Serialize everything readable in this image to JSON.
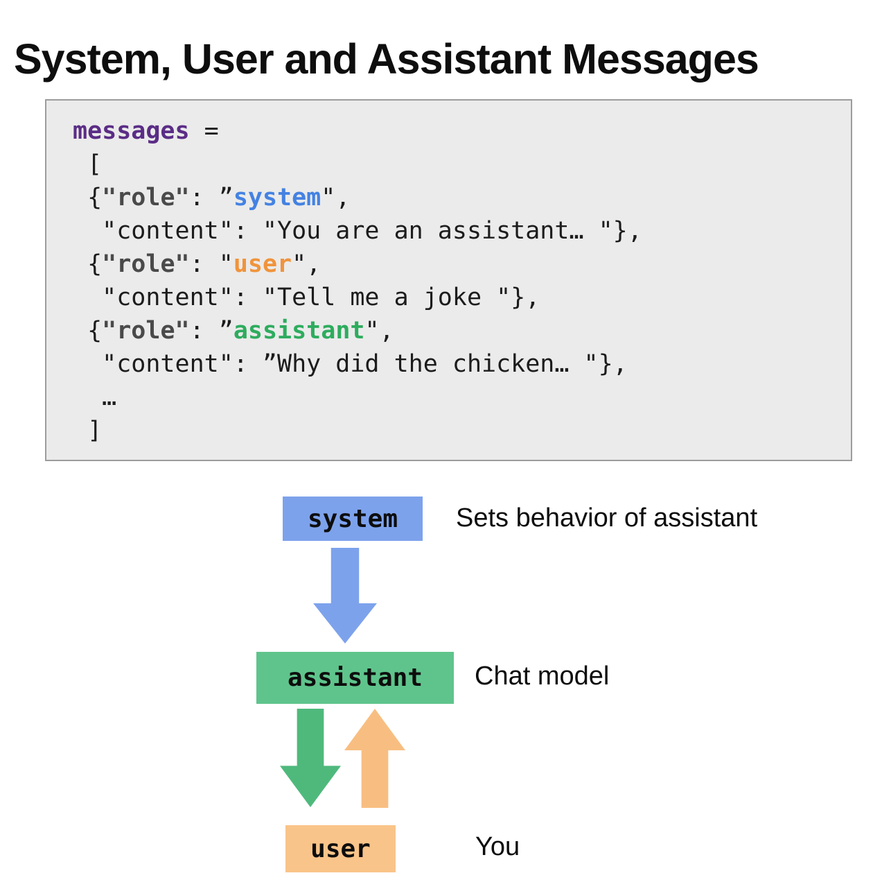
{
  "title": "System, User and Assistant Messages",
  "colors": {
    "accent_blue": "#7DA2EC",
    "accent_green": "#5FC48C",
    "accent_green_arrow": "#4FB97C",
    "accent_orange": "#F9C489",
    "accent_orange_arrow": "#F8BE81",
    "code_bg": "#EBEBEB",
    "code_purple": "#5B2D86",
    "code_key_gray": "#4A4A4A",
    "code_blue": "#4482E2",
    "code_orange": "#F0943C",
    "code_green": "#2EAC5E"
  },
  "code": {
    "lines": [
      [
        {
          "t": "messages",
          "c": "var"
        },
        {
          "t": " =",
          "c": "plain"
        }
      ],
      [
        {
          "t": " [",
          "c": "plain"
        }
      ],
      [
        {
          "t": " {",
          "c": "plain"
        },
        {
          "t": "\"role\"",
          "c": "key"
        },
        {
          "t": ": ”",
          "c": "plain"
        },
        {
          "t": "system",
          "c": "system"
        },
        {
          "t": "\",",
          "c": "plain"
        }
      ],
      [
        {
          "t": "  \"content\": \"You are an assistant… \"},",
          "c": "plain"
        }
      ],
      [
        {
          "t": " {",
          "c": "plain"
        },
        {
          "t": "\"role\"",
          "c": "key"
        },
        {
          "t": ": \"",
          "c": "plain"
        },
        {
          "t": "user",
          "c": "user"
        },
        {
          "t": "\",",
          "c": "plain"
        }
      ],
      [
        {
          "t": "  \"content\": \"Tell me a joke \"},",
          "c": "plain"
        }
      ],
      [
        {
          "t": " {",
          "c": "plain"
        },
        {
          "t": "\"role\"",
          "c": "key"
        },
        {
          "t": ": ”",
          "c": "plain"
        },
        {
          "t": "assistant",
          "c": "assistant"
        },
        {
          "t": "\",",
          "c": "plain"
        }
      ],
      [
        {
          "t": "  \"content\": ”Why did the chicken… \"},",
          "c": "plain"
        }
      ],
      [
        {
          "t": "  …",
          "c": "plain"
        }
      ],
      [
        {
          "t": " ]",
          "c": "plain"
        }
      ]
    ]
  },
  "diagram": {
    "system": {
      "label": "system",
      "caption": "Sets behavior of assistant"
    },
    "assistant": {
      "label": "assistant",
      "caption": "Chat model"
    },
    "user": {
      "label": "user",
      "caption": "You"
    },
    "icons": {
      "blue_arrow": "down-block-arrow",
      "green_arrow": "down-block-arrow",
      "orange_arrow": "up-block-arrow"
    }
  }
}
